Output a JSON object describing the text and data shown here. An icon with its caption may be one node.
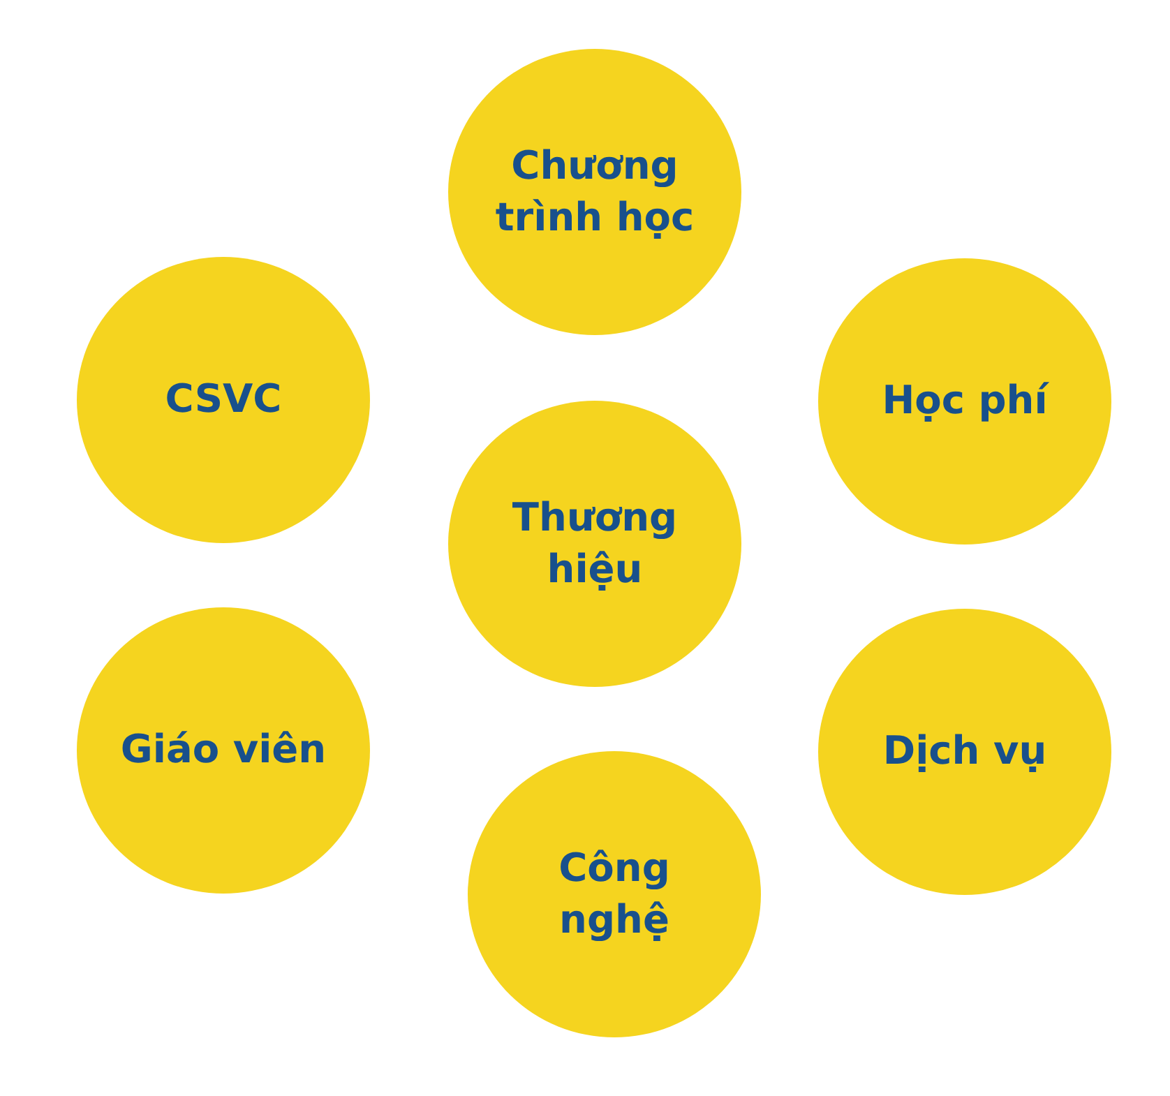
{
  "diagram": {
    "nodes": [
      {
        "text": [
          "Chương trình học"
        ]
      },
      {
        "text": [
          "CSVC"
        ]
      },
      {
        "text": [
          "Học phí"
        ]
      },
      {
        "text": [
          "Thương hiệu"
        ]
      },
      {
        "text": [
          "Giáo viên"
        ]
      },
      {
        "text": [
          "Dịch vụ"
        ]
      },
      {
        "text": [
          "Công nghệ"
        ]
      }
    ]
  }
}
